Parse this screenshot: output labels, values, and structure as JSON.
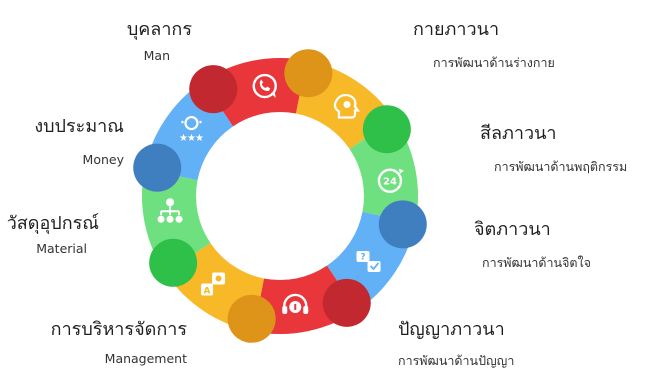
{
  "diagram": {
    "segments": [
      {
        "id": "man",
        "title": "บุคลากร",
        "subtitle": "Man",
        "color": "#e8363b",
        "dot": "#c2282f",
        "icon": "phone-chat-icon"
      },
      {
        "id": "body",
        "title": "กายภาวนา",
        "subtitle": "การพัฒนาด้านร่างกาย",
        "color": "#f7b928",
        "dot": "#de9418",
        "icon": "head-gear-icon"
      },
      {
        "id": "sila",
        "title": "สีลภาวนา",
        "subtitle": "การพัฒนาด้านพฤติกรรม",
        "color": "#6ee07f",
        "dot": "#2fc04a",
        "icon": "clock-24-icon"
      },
      {
        "id": "mind",
        "title": "จิตภาวนา",
        "subtitle": "การพัฒนาด้านจิตใจ",
        "color": "#62b0f5",
        "dot": "#3f7fc0",
        "icon": "question-chat-icon"
      },
      {
        "id": "wisdom",
        "title": "ปัญญาภาวนา",
        "subtitle": "การพัฒนาด้านปัญญา",
        "color": "#e8363b",
        "dot": "#c2282f",
        "icon": "headset-support-icon"
      },
      {
        "id": "management",
        "title": "การบริหารจัดการ",
        "subtitle": "Management",
        "color": "#f7b928",
        "dot": "#de9418",
        "icon": "translate-icon"
      },
      {
        "id": "material",
        "title": "วัสดุอุปกรณ์",
        "subtitle": "Material",
        "color": "#6ee07f",
        "dot": "#2fc04a",
        "icon": "hierarchy-icon"
      },
      {
        "id": "money",
        "title": "งบประมาณ",
        "subtitle": "Money",
        "color": "#62b0f5",
        "dot": "#3f7fc0",
        "icon": "rating-person-icon"
      }
    ]
  }
}
